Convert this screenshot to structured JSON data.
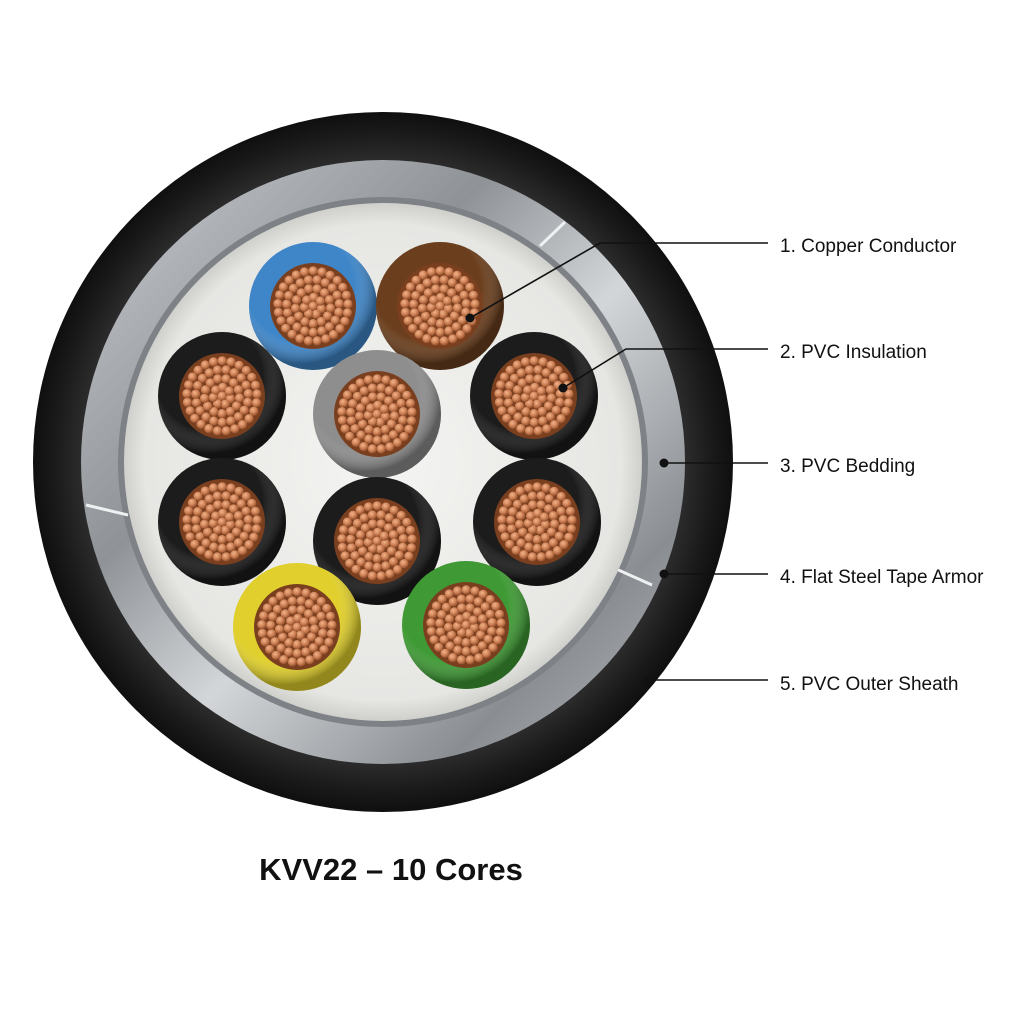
{
  "caption": "KVV22 – 10 Cores",
  "callouts": [
    {
      "id": "conductor",
      "label": "1. Copper Conductor"
    },
    {
      "id": "insulation",
      "label": "2. PVC Insulation"
    },
    {
      "id": "bedding",
      "label": "3. PVC Bedding"
    },
    {
      "id": "armor",
      "label": "4. Flat Steel Tape Armor"
    },
    {
      "id": "sheath",
      "label": "5. PVC Outer Sheath"
    }
  ],
  "cores": [
    {
      "color": "#3f86c8"
    },
    {
      "color": "#6b3f1e"
    },
    {
      "color": "#1c1c1c"
    },
    {
      "color": "#8e8e8e"
    },
    {
      "color": "#1c1c1c"
    },
    {
      "color": "#1c1c1c"
    },
    {
      "color": "#1c1c1c"
    },
    {
      "color": "#1c1c1c"
    },
    {
      "color": "#e0cf2c"
    },
    {
      "color": "#3f9a35"
    }
  ],
  "colors": {
    "sheath": "#1e1e1e",
    "armor": "#a9adb1",
    "bedding": "#ececea",
    "copper": "#c77a4c"
  }
}
